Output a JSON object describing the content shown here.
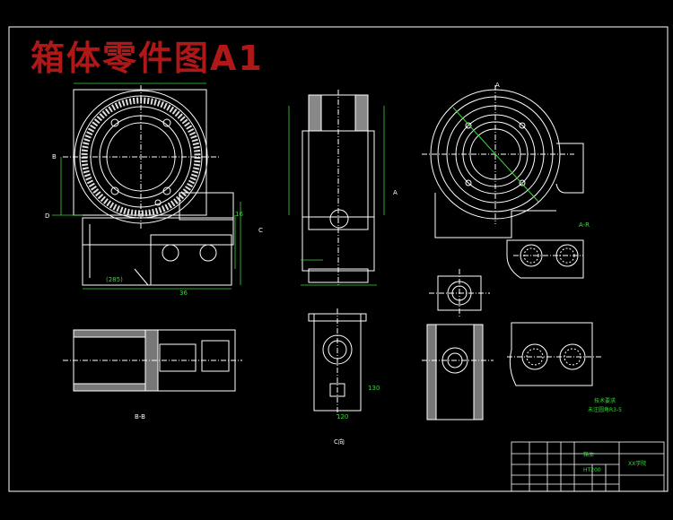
{
  "drawing": {
    "title": "箱体零件图A1",
    "view_labels": {
      "section_b": "B-B",
      "view_c": "C向",
      "view_a": "A",
      "mark_c_left": "C",
      "mark_d": "D",
      "mark_b": "B",
      "mark_a_right": "A",
      "label_a_r": "A-R"
    },
    "dimensions": {
      "d_285": "(285)",
      "d_120": "120",
      "d_130": "130",
      "d_16": "16",
      "d_36": "36"
    },
    "notes": {
      "tech_1": "技术要求",
      "tech_2": "未注圆角R3-5"
    },
    "title_block": {
      "part_name": "箱体",
      "material": "HT200",
      "school": "XX学院"
    },
    "colors": {
      "background": "#000000",
      "lines": "#ffffff",
      "dims": "#39d639",
      "title": "#b01818",
      "hatch": "#e0e0e0"
    }
  }
}
